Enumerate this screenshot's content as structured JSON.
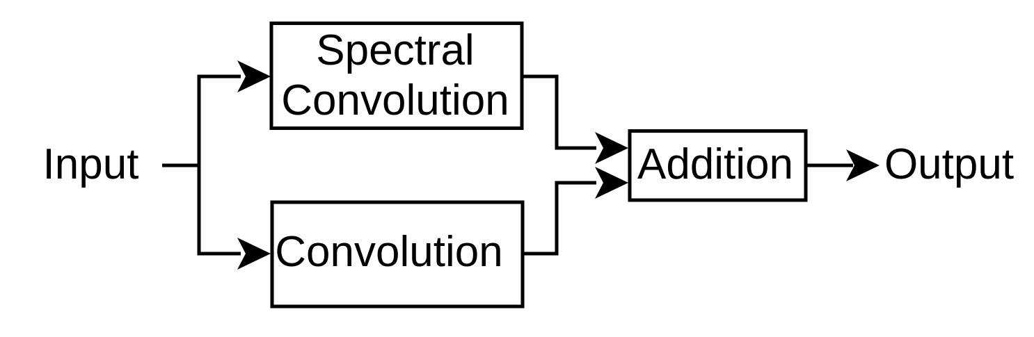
{
  "diagram": {
    "type": "flowchart",
    "background_color": "#ffffff",
    "line_color": "#000000",
    "text_color": "#000000",
    "node_fill_color": "#ffffff",
    "nodes": {
      "input": {
        "type": "text",
        "label": "Input"
      },
      "spectral_convolution": {
        "type": "box",
        "label": "Spectral Convolution",
        "label_lines": [
          "Spectral",
          "Convolution"
        ]
      },
      "convolution": {
        "type": "box",
        "label": "Convolution"
      },
      "addition": {
        "type": "box",
        "label": "Addition"
      },
      "output": {
        "type": "text",
        "label": "Output"
      }
    },
    "edges": [
      {
        "from": "input",
        "to": "spectral_convolution",
        "arrow": true
      },
      {
        "from": "input",
        "to": "convolution",
        "arrow": true
      },
      {
        "from": "spectral_convolution",
        "to": "addition",
        "arrow": true
      },
      {
        "from": "convolution",
        "to": "addition",
        "arrow": true
      },
      {
        "from": "addition",
        "to": "output",
        "arrow": true
      }
    ]
  }
}
